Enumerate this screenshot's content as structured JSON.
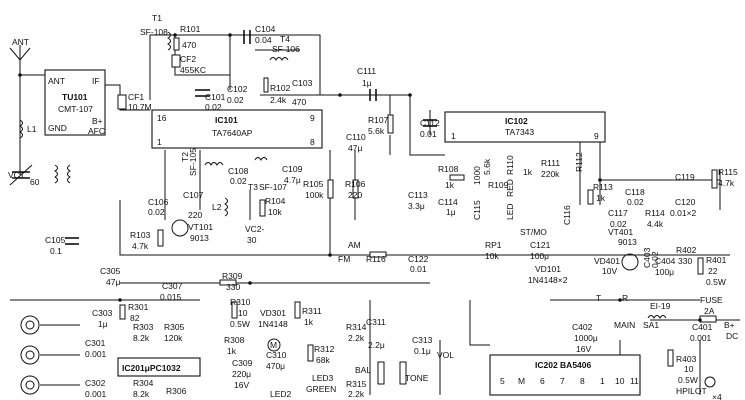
{
  "ics": {
    "tu101": {
      "ref": "TU101",
      "part": "CMT-107",
      "pin_ant": "ANT",
      "pin_if": "IF",
      "pin_gnd": "GND",
      "pin_bplus": "B+",
      "pin_afc": "AFC"
    },
    "ic101": {
      "ref": "IC101",
      "part": "TA7640AP",
      "pin_first": "16",
      "pin_mid": "9",
      "pin_last": "8",
      "pin_one": "1"
    },
    "ic102": {
      "ref": "IC102",
      "part": "TA7343",
      "pin_first": "1",
      "pin_last": "9"
    },
    "ic201": {
      "ref": "IC201μPC1032"
    },
    "ic202": {
      "ref": "IC202 BA5406",
      "pins": [
        "5",
        "M",
        "6",
        "7",
        "8",
        "1",
        "10",
        "11"
      ]
    }
  },
  "labels": {
    "ant": "ANT",
    "t1": "T1",
    "t1_part": "SF-108",
    "r101": "R101",
    "r101_val": "470",
    "cf2": "CF2",
    "cf2_val": "455KC",
    "c104": "C104",
    "c104_val": "0.04",
    "t4": "T4",
    "t4_part": "SF-106",
    "cf1": "CF1",
    "cf1_val": "10.7M",
    "c101": "C101",
    "c101_val": "0.02",
    "c102": "C102",
    "c102_val": "0.02",
    "r102": "R102",
    "r102_val": "2.4k",
    "c103": "C103",
    "c103_val": "470",
    "c111": "C111",
    "c111_val": "1μ",
    "r107": "R107",
    "r107_val": "5.6k",
    "c112": "C112",
    "c112_val": "0.01",
    "c110": "C110",
    "c110_val": "47μ",
    "l1": "L1",
    "vc1": "VC1",
    "vc1_val": "60",
    "t2": "T2",
    "t2_part": "SF-105",
    "c108": "C108",
    "c108_val": "0.02",
    "c109": "C109",
    "c109_val": "4.7μ",
    "t3": "T3",
    "t3_part": "SF-107",
    "r105": "R105",
    "r105_val": "100k",
    "r106": "R106",
    "r106_val": "220",
    "r108": "R108",
    "r108_val": "1k",
    "c113": "C113",
    "c113_val": "3.3μ",
    "c114": "C114",
    "c114_val": "1μ",
    "c115": "C115",
    "c115_val": "1000",
    "r109": "R109",
    "r109_val": "5.6k",
    "r110": "R110",
    "r110_val": "1k",
    "led": "LED",
    "led_color": "RED",
    "r111": "R111",
    "r111_val": "220k",
    "r112": "R112",
    "c116": "C116",
    "r113": "R113",
    "r113_val": "1k",
    "c118": "C118",
    "c118_val": "0.02",
    "c119": "C119",
    "r115": "R115",
    "r115_val": "4.7k",
    "c117": "C117",
    "c117_val": "0.02",
    "r114": "R114",
    "r114_val": "4.4k",
    "c120": "C120",
    "c120_val": "0.01×2",
    "c106": "C106",
    "c106_val": "0.02",
    "c107": "C107",
    "c107_val": "220",
    "vt101": "VT101",
    "vt101_part": "9013",
    "r103": "R103",
    "r103_val": "4.7k",
    "l2": "L2",
    "r104": "R104",
    "r104_val": "10k",
    "vc2": "VC2-",
    "vc2_val": "30",
    "c105": "C105",
    "c105_val": "0.1",
    "am": "AM",
    "fm": "FM",
    "r116": "R116",
    "c122": "C122",
    "c122_val": "0.01",
    "stmo": "ST/MO",
    "c121": "C121",
    "c121_val": "100μ",
    "rp1": "RP1",
    "rp1_val": "10k",
    "vd101": "VD101",
    "vd101_val": "1N4148×2",
    "vt401": "VT401",
    "vt401_part": "9013",
    "vd401": "VD401",
    "vd401_val": "10V",
    "c403": "C403",
    "c403_val": "0.02",
    "c404": "C404",
    "c404_val": "100μ",
    "r402": "R402",
    "r402_val": "330",
    "r401": "R401",
    "r401_val": "22",
    "r401_w": "0.5W",
    "c305": "C305",
    "c305_val": "47μ",
    "c307": "C307",
    "c307_val": "0.015",
    "r309": "R309",
    "r309_val": "330",
    "r301": "R301",
    "r301_val": "82",
    "c303": "C303",
    "c303_val": "1μ",
    "r303": "R303",
    "r303_val": "8.2k",
    "r305": "R305",
    "r305_val": "120k",
    "c301": "C301",
    "c301_val": "0.001",
    "r310": "R310",
    "r310_val": "10",
    "r310_w": "0.5W",
    "vd301": "VD301",
    "vd301_val": "1N4148",
    "r311": "R311",
    "r311_val": "1k",
    "r308": "R308",
    "r308_val": "1k",
    "c309": "C309",
    "c309_val": "220μ",
    "c309_v": "16V",
    "c310": "C310",
    "c310_val": "470μ",
    "r312": "R312",
    "r312_val": "68k",
    "led3": "LED3",
    "led3_color": "GREEN",
    "led2": "LED2",
    "r314": "R314",
    "r314_val": "2.2k",
    "c311": "C311",
    "c311_val": "2.2μ",
    "c313": "C313",
    "c313_val": "0.1μ",
    "vol": "VOL",
    "bal": "BAL",
    "tone": "TONE",
    "r315": "R315",
    "r315_val": "2.2k",
    "c302": "C302",
    "c302_val": "0.001",
    "r304": "R304",
    "r304_val": "8.2k",
    "r306": "R306",
    "sw_t": "T",
    "sw_r": "R",
    "main": "MAIN",
    "ei": "EI-19",
    "sa1": "SA1",
    "fuse": "FUSE",
    "fuse_val": "2A",
    "bplus": "B+",
    "dc": "DC",
    "c402": "C402",
    "c402_val": "1000μ",
    "c402_v": "16V",
    "c401": "C401",
    "c401_val": "0.001",
    "r403": "R403",
    "r403_val": "10",
    "r403_w": "0.5W",
    "hpilot": "HPILOT",
    "hpilot_val": "×4"
  }
}
